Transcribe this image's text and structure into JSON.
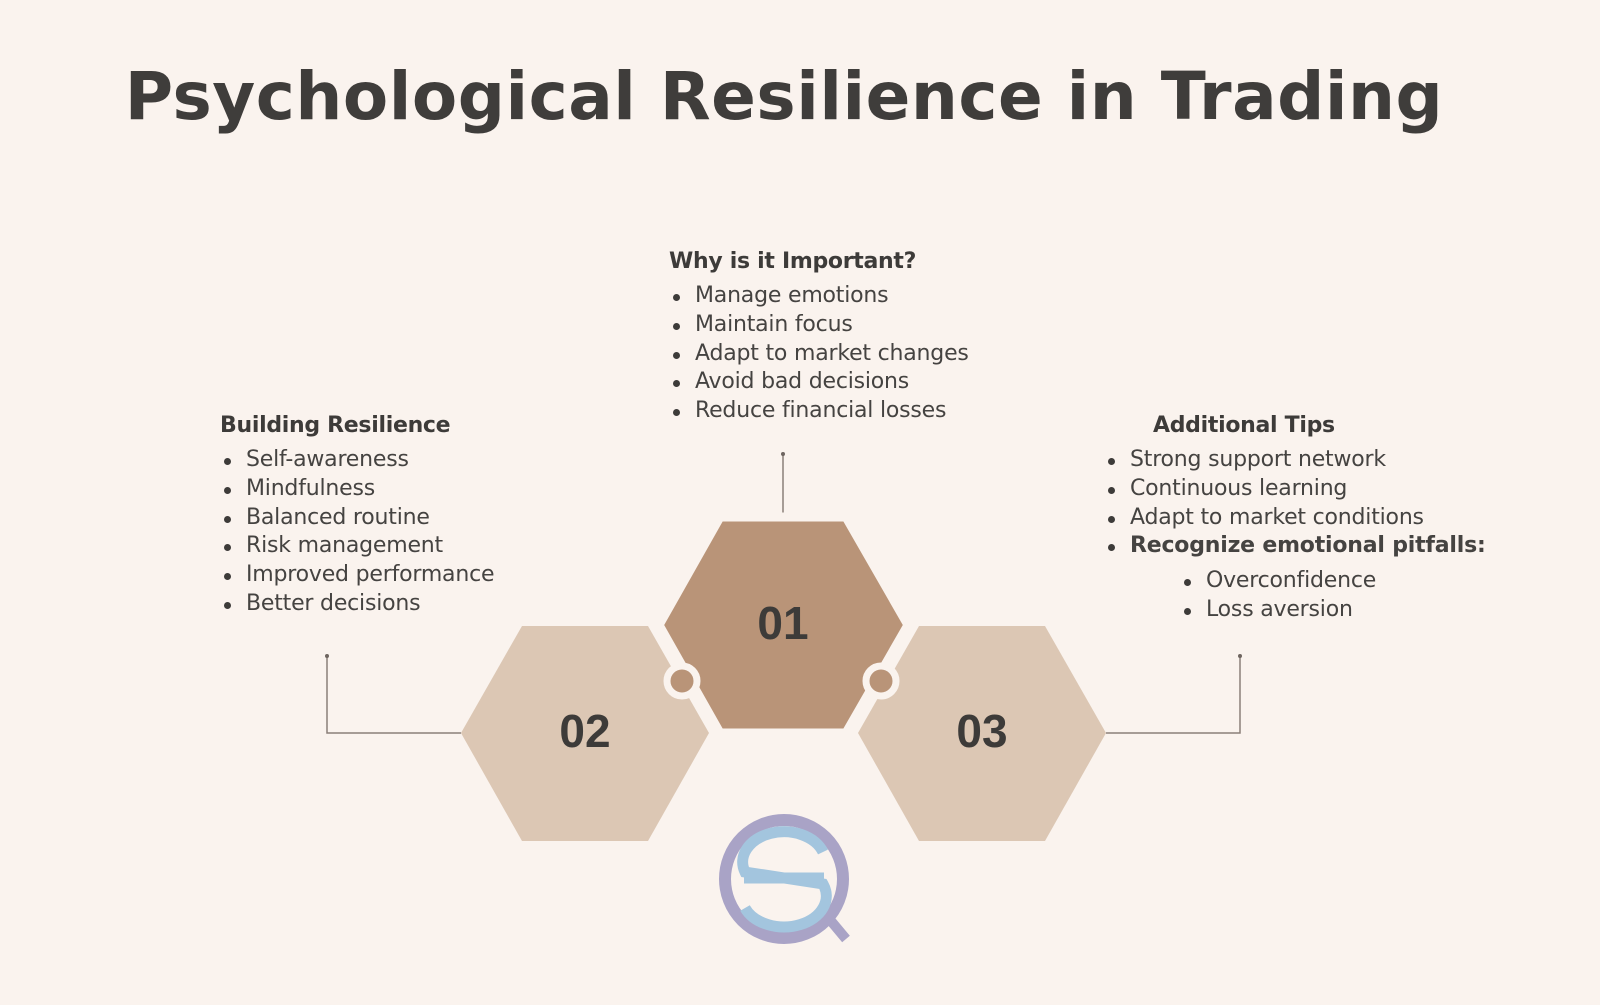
{
  "title": "Psychological Resilience in Trading",
  "colors": {
    "background": "#faf3ee",
    "hex_primary": "#b99478",
    "hex_secondary": "#dcc7b4",
    "connector_line": "#8a7f78",
    "logo_ring": "#a9a3c6",
    "logo_s": "#a3c5de",
    "text": "#3d3b39"
  },
  "hexagons": [
    {
      "number": "01",
      "label": "Why is it Important?"
    },
    {
      "number": "02",
      "label": "Building Resilience"
    },
    {
      "number": "03",
      "label": "Additional Tips"
    }
  ],
  "sections": {
    "important": {
      "heading": "Why is it Important?",
      "items": [
        "Manage emotions",
        "Maintain focus",
        "Adapt to market changes",
        "Avoid bad decisions",
        "Reduce financial losses"
      ]
    },
    "building": {
      "heading": "Building Resilience",
      "items": [
        "Self-awareness",
        "Mindfulness",
        "Balanced routine",
        "Risk management",
        "Improved performance",
        "Better decisions"
      ]
    },
    "tips": {
      "heading": "Additional Tips",
      "items": [
        "Strong support network",
        "Continuous learning",
        "Adapt to market conditions",
        "Recognize emotional pitfalls:"
      ],
      "subitems": [
        "Overconfidence",
        "Loss aversion"
      ]
    }
  },
  "logo": {
    "icon": "magnifier-s-logo-icon"
  }
}
